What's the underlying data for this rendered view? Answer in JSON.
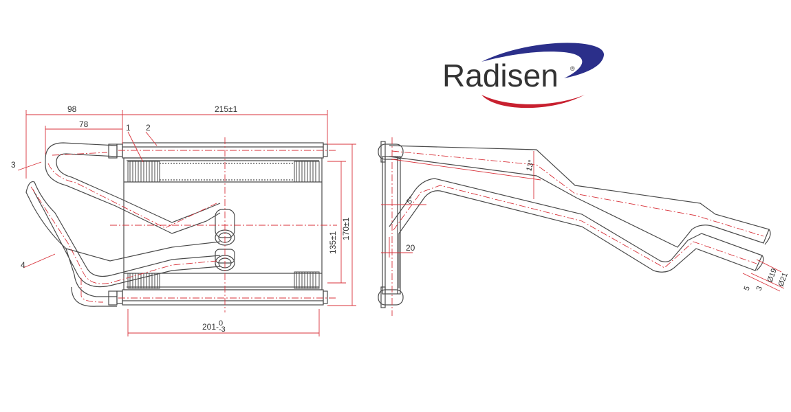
{
  "brand": {
    "name": "Radisen",
    "reg_mark": "®",
    "swoosh_color": "#c8202f",
    "arc_color": "#2b2f8a"
  },
  "colors": {
    "outline": "#4a4a4a",
    "dimension": "#d8323a",
    "centerline": "#d8323a"
  },
  "front_view": {
    "dimensions": {
      "width_total": "215±1",
      "pipe_offset_outer": "98",
      "pipe_offset_inner": "78",
      "core_width": "201-",
      "core_width_tol": "0\n-3",
      "core_height": "135±1",
      "total_height": "170±1"
    },
    "callouts": {
      "c1": "1",
      "c2": "2",
      "c3": "3",
      "c4": "4"
    }
  },
  "side_view": {
    "dimensions": {
      "angle_upper": "13°",
      "angle_lower": "5°",
      "offset": "20",
      "dia_inner": "Ø19",
      "dia_outer": "Ø21",
      "w5": "5",
      "w3": "3"
    }
  }
}
